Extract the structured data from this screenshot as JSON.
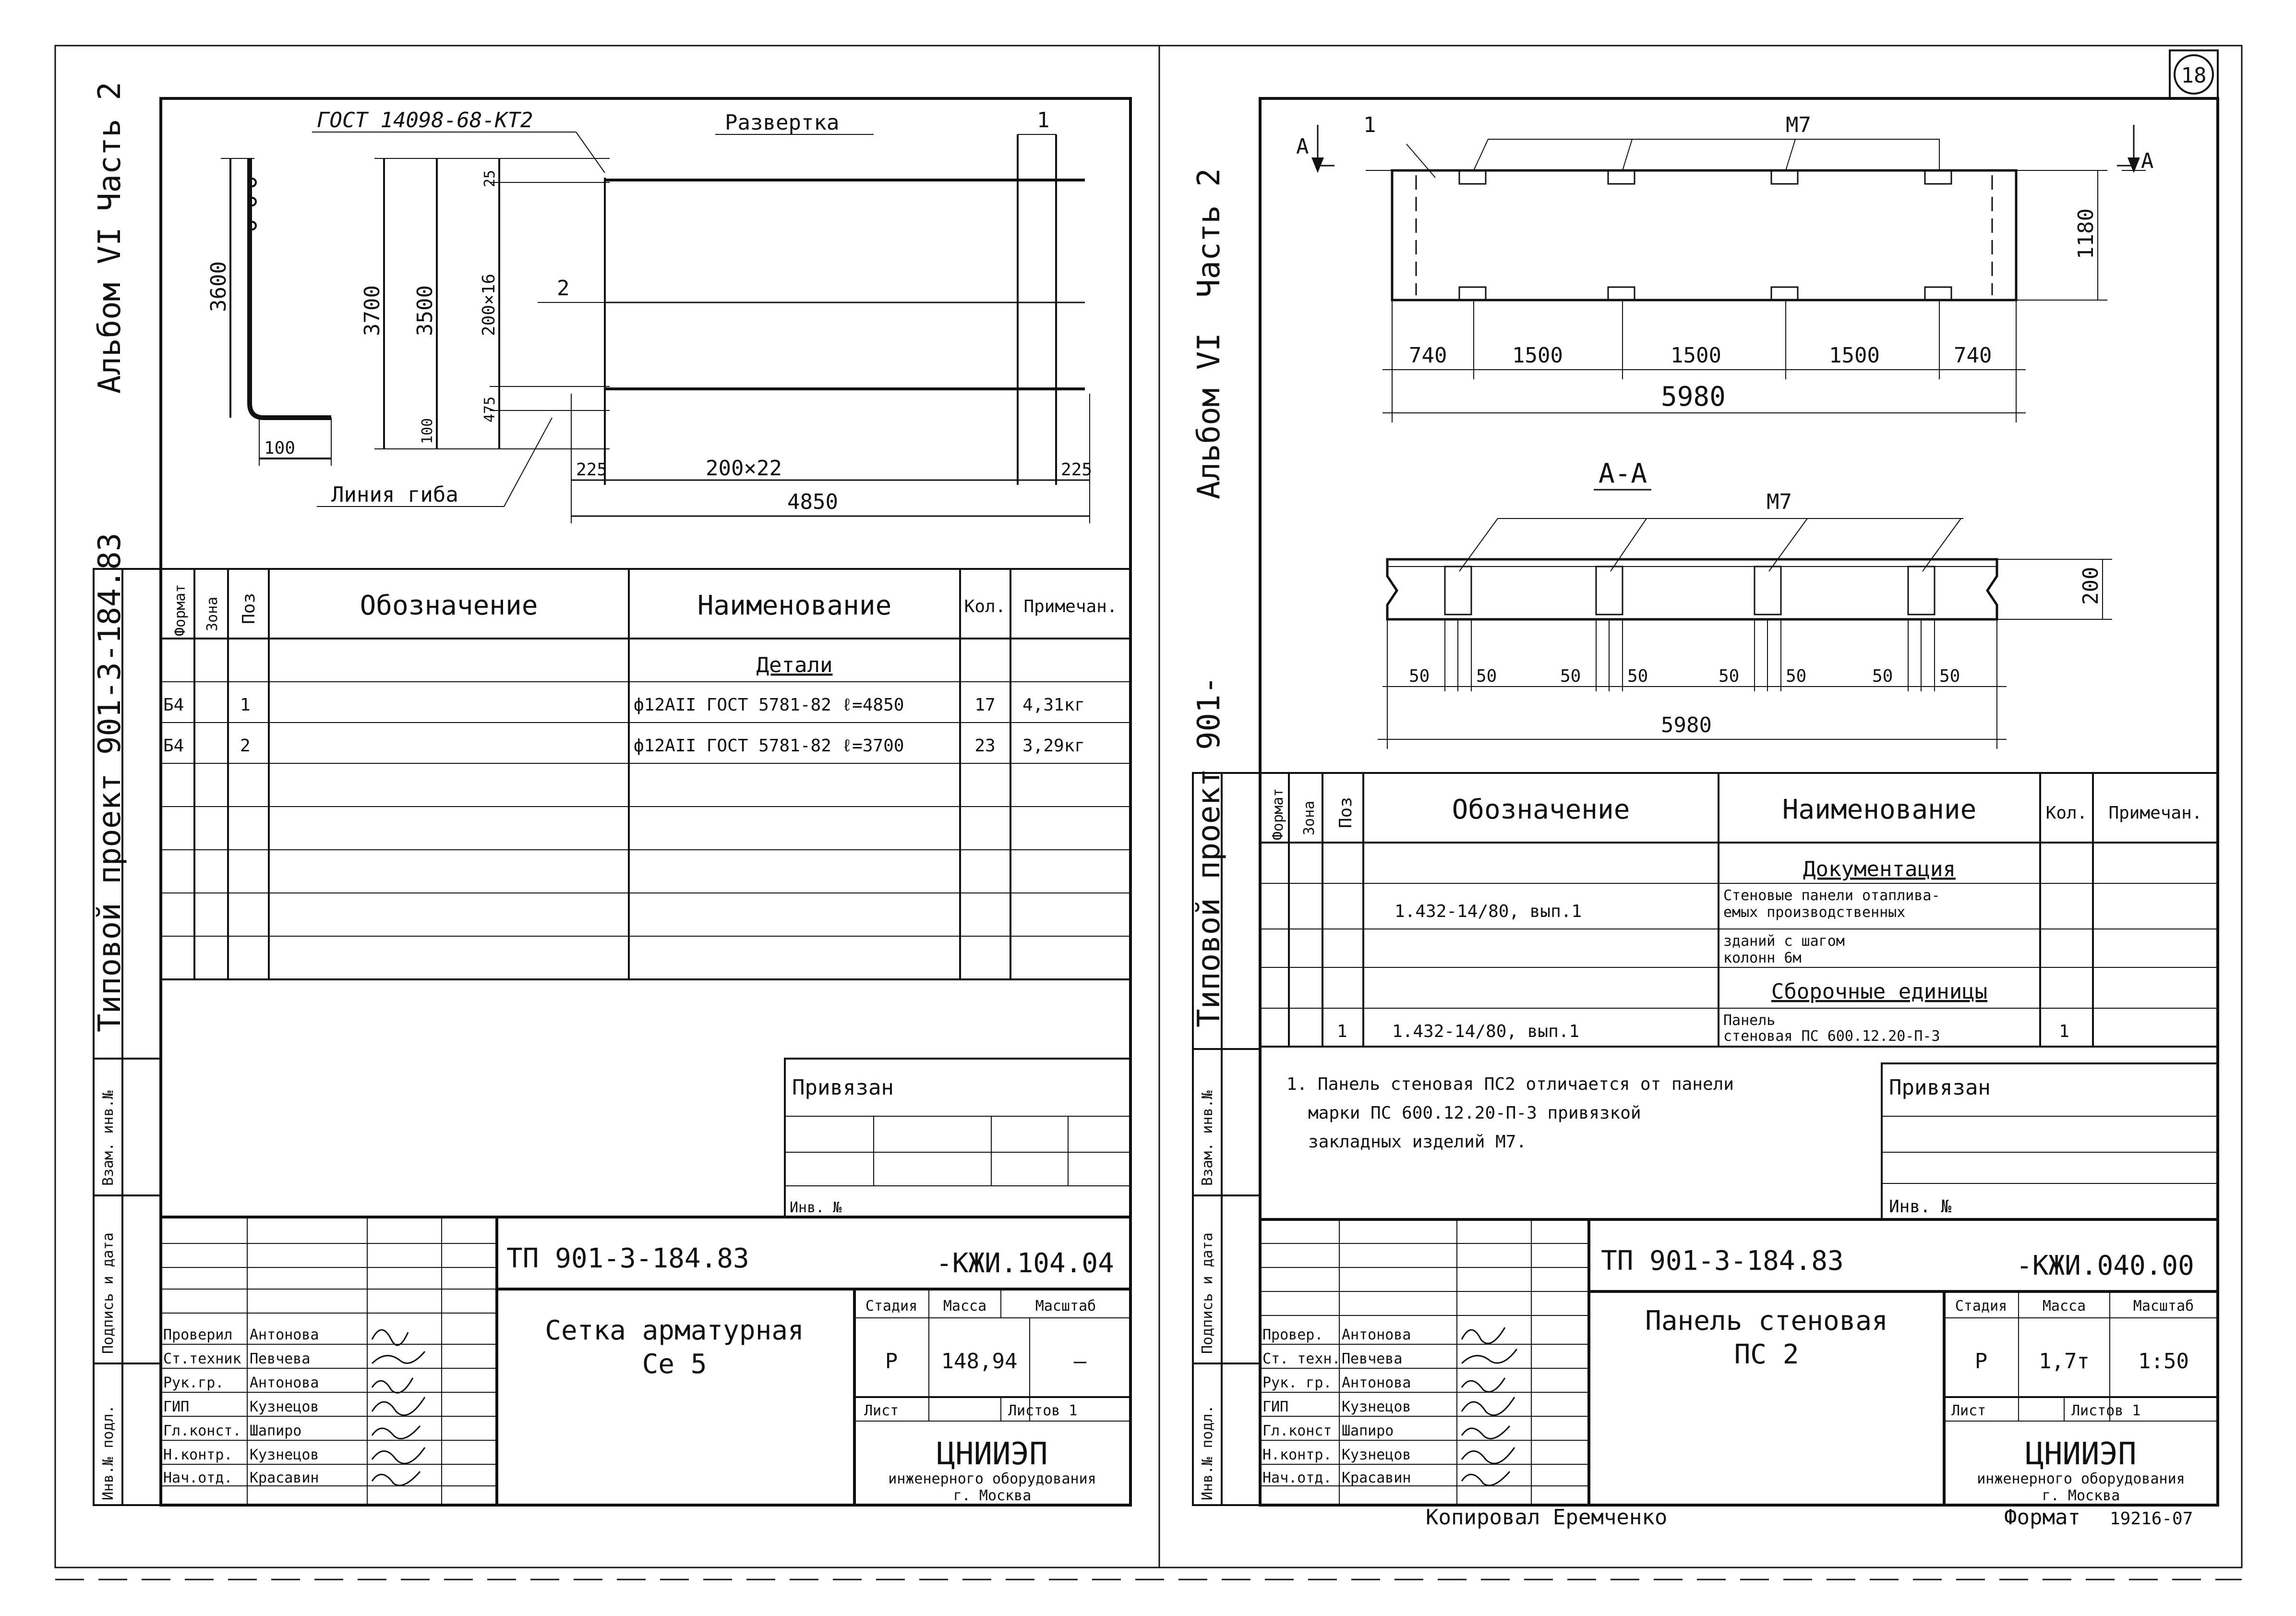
{
  "sheet_number": "18",
  "copied_by": "Копировал Еремченко",
  "format_label": "Формат",
  "format_code": "19216-07",
  "left": {
    "margin_album": "Альбом VI",
    "margin_part": "Часть 2",
    "margin_project": "Типовой проект 901-3-184.83",
    "margin_vzam": "Взам. инв.№",
    "margin_podpis": "Подпись и дата",
    "margin_inv": "Инв.№ подл.",
    "drawing": {
      "gost_label": "ГОСТ 14098-68-КТ2",
      "title": "Развертка",
      "bend_line": "Линия гиба",
      "pos1": "1",
      "pos2": "2",
      "dim_3600": "3600",
      "dim_100": "100",
      "dim_3700": "3700",
      "dim_3500": "3500",
      "dim_25": "25",
      "dim_200x16": "200×16",
      "dim_100b": "100",
      "dim_475": "475",
      "dim_225a": "225",
      "dim_200x22": "200×22",
      "dim_225b": "225",
      "dim_4850": "4850"
    },
    "spec": {
      "headers": [
        "Формат",
        "Зона",
        "Поз",
        "Обозначение",
        "Наименование",
        "Кол.",
        "Примечан."
      ],
      "section": "Детали",
      "rows": [
        {
          "format": "Б4",
          "pos": "1",
          "name": "ф12АII ГОСТ 5781-82 ℓ=4850",
          "qty": "17",
          "note": "4,31кг"
        },
        {
          "format": "Б4",
          "pos": "2",
          "name": "ф12АII ГОСТ 5781-82 ℓ=3700",
          "qty": "23",
          "note": "3,29кг"
        }
      ]
    },
    "privyazan": "Привязан",
    "inv_no": "Инв. №",
    "title_block": {
      "code_left": "ТП 901-3-184.83",
      "code_right": "-КЖИ.104.04",
      "name_line1": "Сетка арматурная",
      "name_line2": "Се 5",
      "stadia_h": "Стадия",
      "massa_h": "Масса",
      "masshtab_h": "Масштаб",
      "stadia": "Р",
      "massa": "148,94",
      "masshtab": "–",
      "list_h": "Лист",
      "listov_h": "Листов 1",
      "org_name": "ЦНИИЭП",
      "org_sub1": "инженерного оборудования",
      "org_sub2": "г. Москва",
      "staff": [
        {
          "role": "Проверил",
          "name": "Антонова"
        },
        {
          "role": "Ст.техник",
          "name": "Певчева"
        },
        {
          "role": "Рук.гр.",
          "name": "Антонова"
        },
        {
          "role": "ГИП",
          "name": "Кузнецов"
        },
        {
          "role": "Гл.конст.",
          "name": "Шапиро"
        },
        {
          "role": "Н.контр.",
          "name": "Кузнецов"
        },
        {
          "role": "Нач.отд.",
          "name": "Красавин"
        }
      ]
    }
  },
  "right": {
    "margin_album": "Альбом VI",
    "margin_part": "Часть 2",
    "margin_project": "Типовой проект 901-",
    "margin_vzam": "Взам. инв.№",
    "margin_podpis": "Подпись и дата",
    "margin_inv": "Инв.№ подл.",
    "drawing": {
      "section_mark_a1": "А",
      "section_mark_a2": "А",
      "pos1": "1",
      "m7_top": "М7",
      "dim_1180": "1180",
      "dims_row": [
        "740",
        "1500",
        "1500",
        "1500",
        "740"
      ],
      "dim_5980": "5980",
      "section_title": "А-А",
      "m7_section": "М7",
      "dim_200": "200",
      "dims_50": [
        "50",
        "50",
        "50",
        "50",
        "50",
        "50",
        "50",
        "50"
      ],
      "dim_5980b": "5980"
    },
    "spec": {
      "headers": [
        "Формат",
        "Зона",
        "Поз",
        "Обозначение",
        "Наименование",
        "Кол.",
        "Примечан."
      ],
      "section1": "Документация",
      "doc_row": {
        "designation": "1.432-14/80, вып.1",
        "name1": "Стеновые панели отаплива-",
        "name2": "емых производственных",
        "name3": "зданий с шагом",
        "name4": "колонн 6м"
      },
      "section2": "Сборочные единицы",
      "unit_row": {
        "pos": "1",
        "designation": "1.432-14/80, вып.1",
        "name1": "Панель",
        "name2": "стеновая ПС 600.12.20-П-3",
        "qty": "1"
      }
    },
    "note_line1": "1. Панель стеновая ПС2 отличается от панели",
    "note_line2": "марки ПС 600.12.20-П-3 привязкой",
    "note_line3": "закладных изделий М7.",
    "privyazan": "Привязан",
    "inv_no": "Инв. №",
    "title_block": {
      "code_left": "ТП 901-3-184.83",
      "code_right": "-КЖИ.040.00",
      "name_line1": "Панель стеновая",
      "name_line2": "ПС 2",
      "stadia_h": "Стадия",
      "massa_h": "Масса",
      "masshtab_h": "Масштаб",
      "stadia": "Р",
      "massa": "1,7т",
      "masshtab": "1:50",
      "list_h": "Лист",
      "listov_h": "Листов 1",
      "org_name": "ЦНИИЭП",
      "org_sub1": "инженерного оборудования",
      "org_sub2": "г. Москва",
      "staff": [
        {
          "role": "Провер.",
          "name": "Антонова"
        },
        {
          "role": "Ст. техн.",
          "name": "Певчева"
        },
        {
          "role": "Рук. гр.",
          "name": "Антонова"
        },
        {
          "role": "ГИП",
          "name": "Кузнецов"
        },
        {
          "role": "Гл.конст",
          "name": "Шапиро"
        },
        {
          "role": "Н.контр.",
          "name": "Кузнецов"
        },
        {
          "role": "Нач.отд.",
          "name": "Красавин"
        }
      ]
    }
  }
}
